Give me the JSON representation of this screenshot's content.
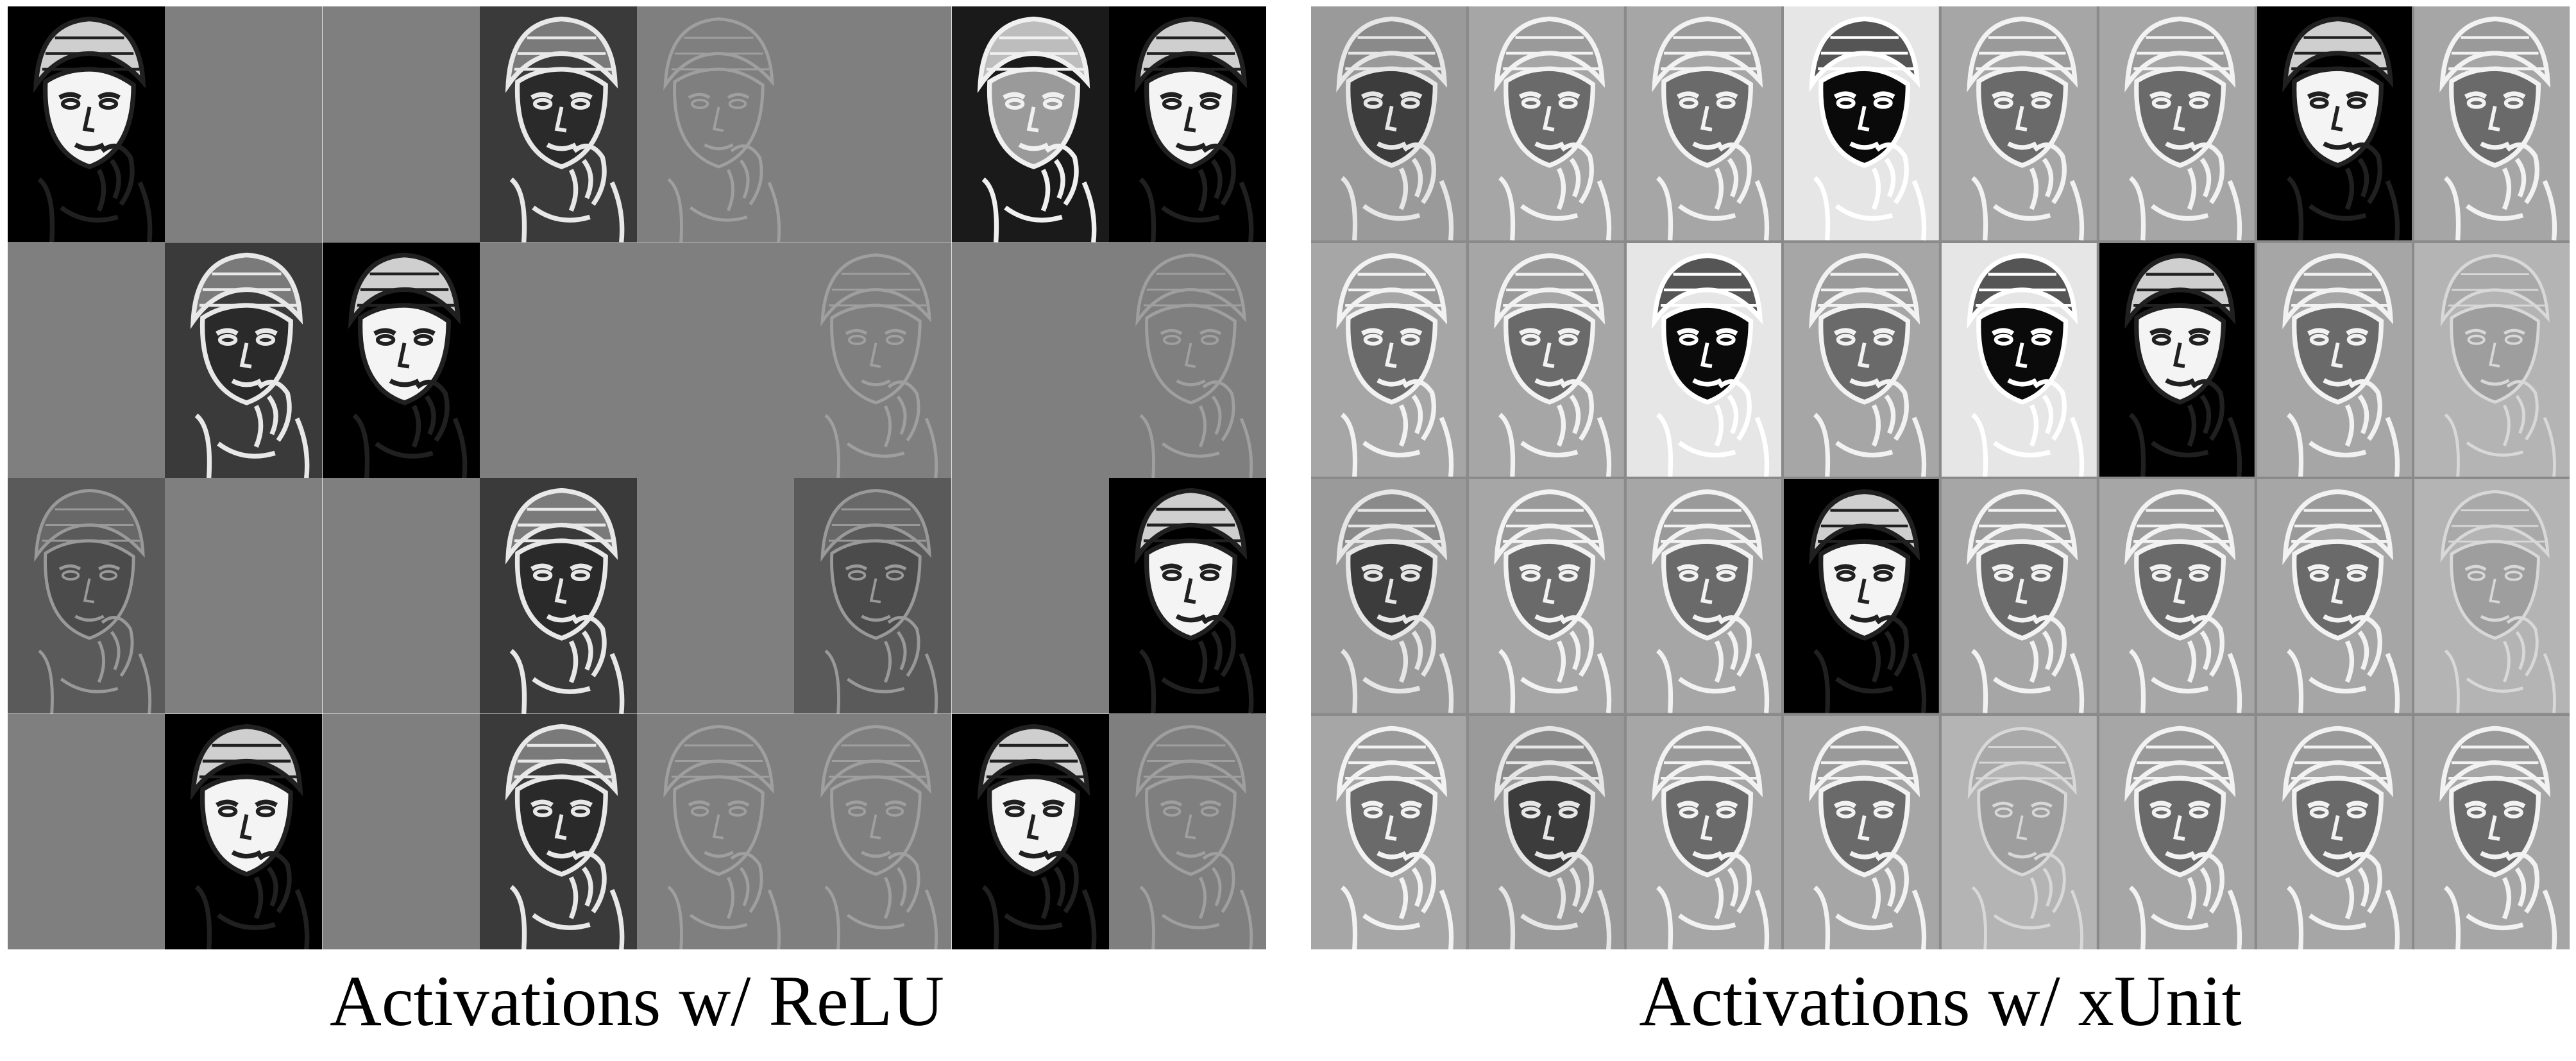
{
  "left_panel": {
    "caption": "Activations w/ ReLU",
    "tiles": [
      "bright",
      "flat",
      "flat",
      "dark-edge",
      "faint",
      "flat",
      "sketch",
      "bright",
      "flat",
      "dark-edge",
      "bright",
      "flat",
      "flat",
      "faint",
      "flat",
      "faint",
      "faint-dark",
      "flat",
      "flat",
      "dark-edge",
      "flat",
      "faint-dark",
      "flat",
      "bright",
      "flat",
      "bright",
      "flat",
      "dark-edge",
      "faint",
      "faint",
      "bright",
      "faint"
    ]
  },
  "right_panel": {
    "caption": "Activations w/ xUnit",
    "tiles": [
      "xdark",
      "xmid",
      "xmid",
      "xblack",
      "xmid",
      "xmid",
      "bright",
      "xmid",
      "xmid",
      "xmid",
      "xblack",
      "xmid",
      "xblack",
      "bright",
      "xmid",
      "xlight",
      "xdark",
      "xmid",
      "xmid",
      "bright",
      "xmid",
      "xmid",
      "xmid",
      "xlight",
      "xmid",
      "xdark",
      "xmid",
      "xmid",
      "xlight",
      "xmid",
      "xmid",
      "xmid"
    ]
  }
}
